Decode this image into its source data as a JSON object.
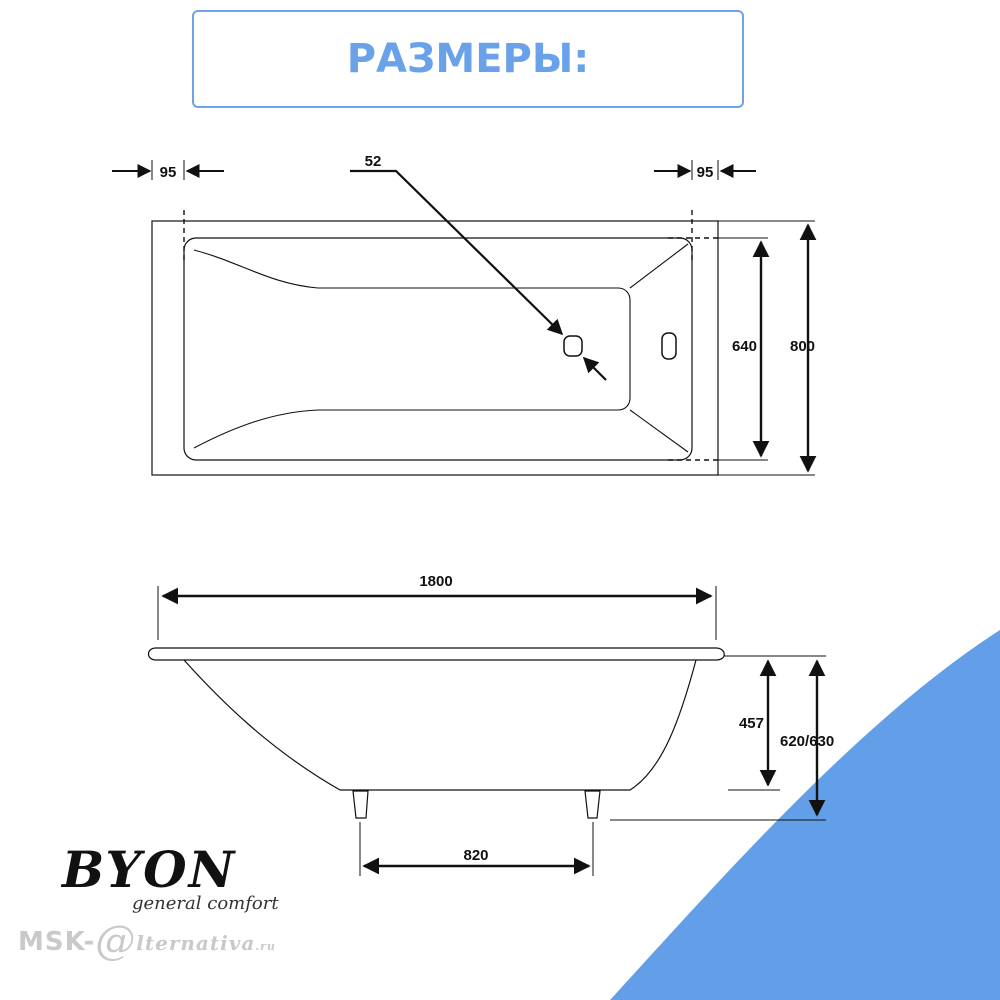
{
  "header": {
    "title": "РАЗМЕРЫ:"
  },
  "top_view": {
    "left_rim": "95",
    "right_rim": "95",
    "drain": "52",
    "inner_width": "640",
    "outer_width": "800"
  },
  "side_view": {
    "length": "1800",
    "depth": "457",
    "height": "620/630",
    "leg_spacing": "820"
  },
  "brand": {
    "name": "BYON",
    "tagline": "general comfort"
  },
  "watermark": {
    "prefix": "MSK-",
    "at": "@",
    "rest": "lternativa",
    "tld": ".ru"
  },
  "colors": {
    "accent": "#6aa2ea",
    "corner_fill": "#629fe8",
    "line": "#111111"
  }
}
